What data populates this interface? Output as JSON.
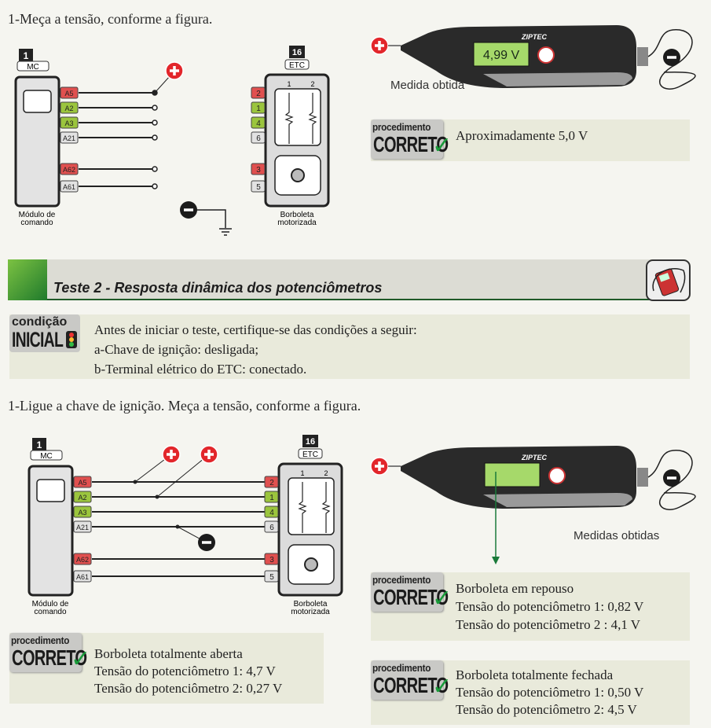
{
  "step1": {
    "instruction": "1-Meça a tensão, conforme a figura.",
    "diagram": {
      "mc_number": "1",
      "mc_label": "MC",
      "mc_caption": [
        "Módulo de",
        "comando"
      ],
      "etc_number": "16",
      "etc_label": "ETC",
      "etc_caption": [
        "Borboleta",
        "motorizada"
      ],
      "mc_pins": [
        {
          "label": "A5",
          "color": "#e0504f"
        },
        {
          "label": "A2",
          "color": "#9bc53d"
        },
        {
          "label": "A3",
          "color": "#9bc53d"
        },
        {
          "label": "A21",
          "color": "#e2e2e2"
        },
        {
          "label": "A62",
          "color": "#e0504f"
        },
        {
          "label": "A61",
          "color": "#e2e2e2"
        }
      ],
      "etc_pins": [
        {
          "label": "2",
          "color": "#e0504f"
        },
        {
          "label": "1",
          "color": "#9bc53d"
        },
        {
          "label": "4",
          "color": "#9bc53d"
        },
        {
          "label": "6",
          "color": "#e2e2e2"
        },
        {
          "label": "3",
          "color": "#e0504f"
        },
        {
          "label": "5",
          "color": "#e2e2e2"
        }
      ],
      "pot_labels": [
        "1",
        "2"
      ]
    },
    "meter": {
      "brand": "ZIPTEC",
      "reading": "4,99 V",
      "caption": "Medida obtida"
    },
    "procedure": {
      "badge_top": "procedimento",
      "badge_main": "CORRETO",
      "lines": [
        "Aproximadamente 5,0 V"
      ]
    }
  },
  "banner": {
    "title": "Teste 2 - Resposta dinâmica dos potenciômetros"
  },
  "initial_condition": {
    "badge_top": "condição",
    "badge_main": "INICIAL",
    "lines": [
      "Antes de iniciar o teste, certifique-se das condições a seguir:",
      "a-Chave de ignição: desligada;",
      "b-Terminal elétrico do ETC: conectado."
    ]
  },
  "step2": {
    "instruction": "1-Ligue a chave de ignição. Meça a tensão, conforme a figura.",
    "meter": {
      "brand": "ZIPTEC",
      "reading": "",
      "caption": "Medidas obtidas"
    },
    "procedures": [
      {
        "badge_top": "procedimento",
        "badge_main": "CORRETO",
        "lines": [
          "Borboleta totalmente aberta",
          "Tensão do potenciômetro 1: 4,7 V",
          "Tensão do potenciômetro 2: 0,27 V"
        ]
      },
      {
        "badge_top": "procedimento",
        "badge_main": "CORRETO",
        "lines": [
          "Borboleta em repouso",
          "Tensão do potenciômetro 1: 0,82 V",
          "Tensão do potenciômetro 2 : 4,1 V"
        ]
      },
      {
        "badge_top": "procedimento",
        "badge_main": "CORRETO",
        "lines": [
          "Borboleta totalmente fechada",
          "Tensão do potenciômetro 1: 0,50 V",
          "Tensão do potenciômetro 2: 4,5 V"
        ]
      }
    ]
  }
}
